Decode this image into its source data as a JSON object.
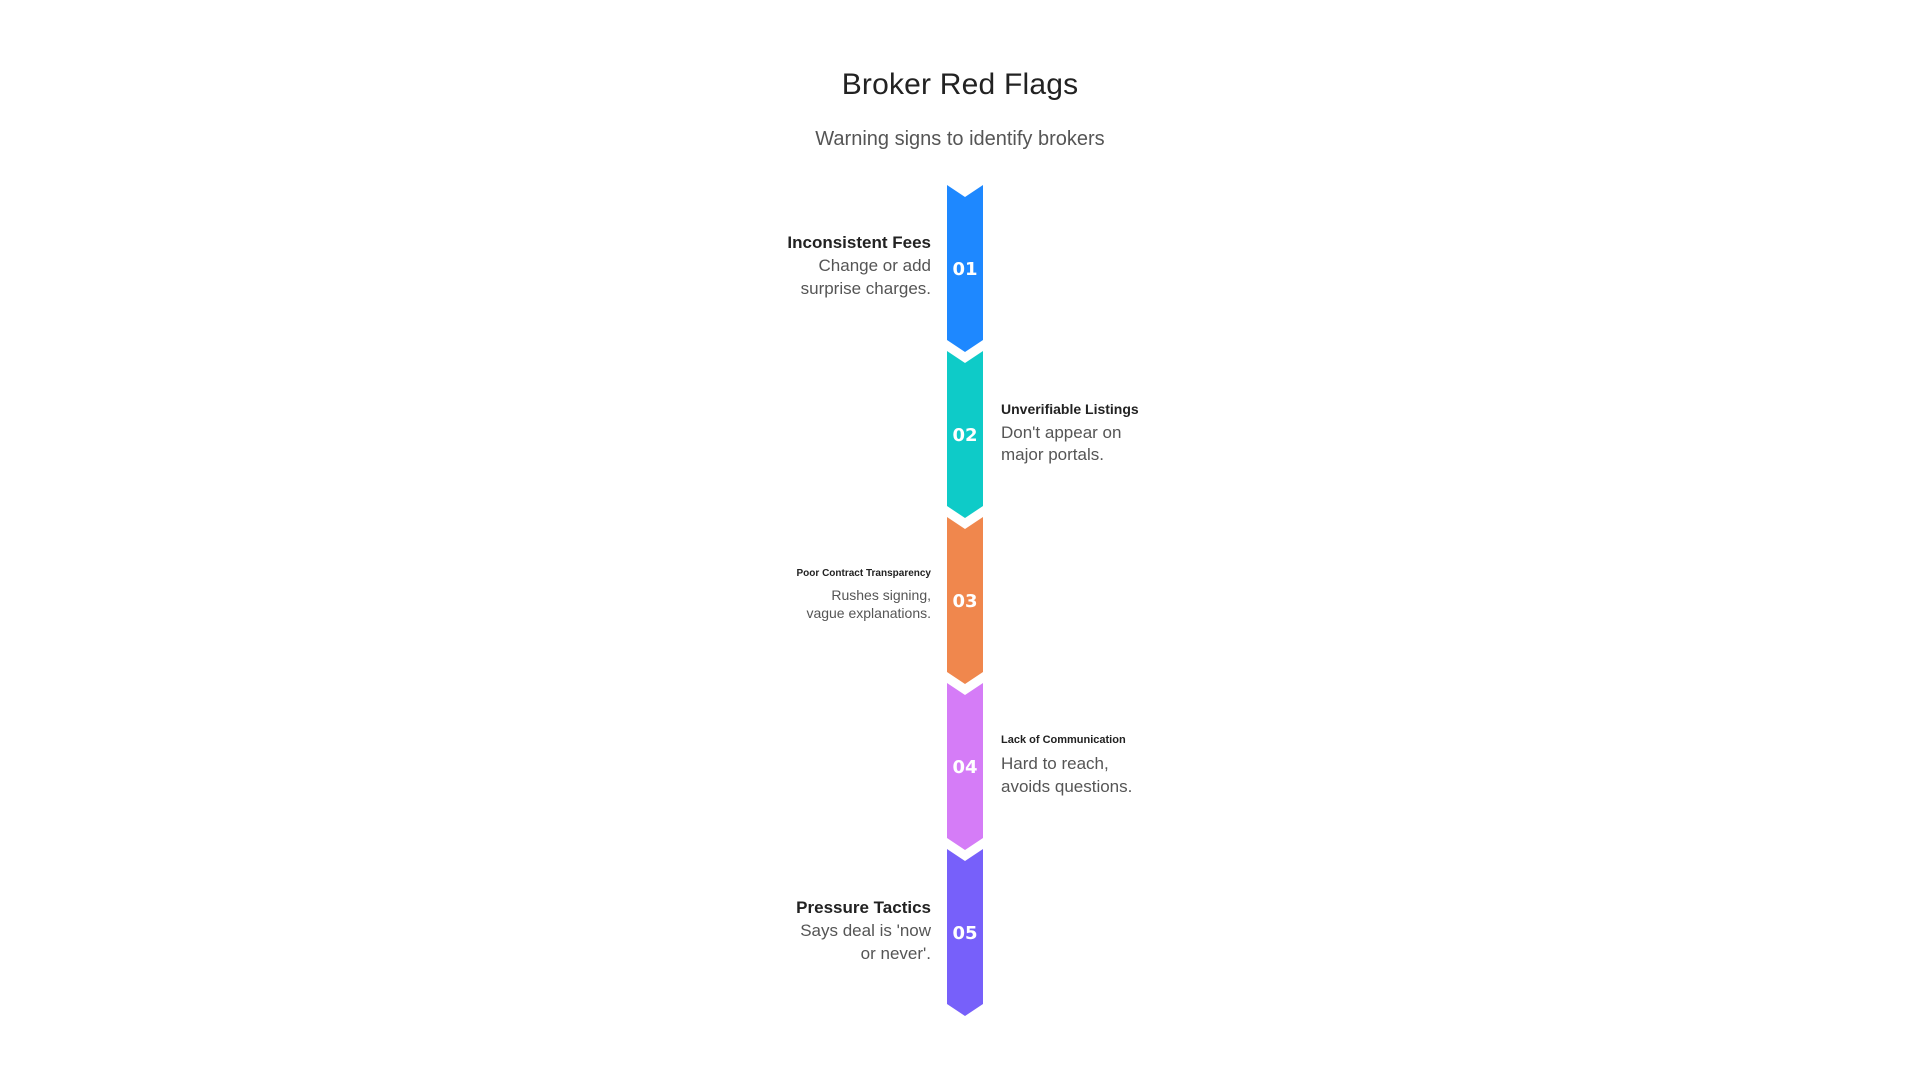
{
  "header": {
    "title": "Broker Red Flags",
    "subtitle": "Warning signs to identify brokers"
  },
  "steps": [
    {
      "number": "01",
      "title": "Inconsistent Fees",
      "desc_lines": [
        "Change or add",
        "surprise charges."
      ],
      "color": "#1E88FF"
    },
    {
      "number": "02",
      "title": "Unverifiable Listings",
      "desc_lines": [
        "Don't appear on",
        "major portals."
      ],
      "color": "#0ECBC8"
    },
    {
      "number": "03",
      "title": "Poor Contract Transparency",
      "desc_lines": [
        "Rushes signing,",
        "vague explanations."
      ],
      "color": "#F0874D"
    },
    {
      "number": "04",
      "title": "Lack of Communication",
      "desc_lines": [
        "Hard to reach,",
        "avoids questions."
      ],
      "color": "#D57CF7"
    },
    {
      "number": "05",
      "title": "Pressure Tactics",
      "desc_lines": [
        "Says deal is 'now",
        "or never'."
      ],
      "color": "#7760FA"
    }
  ]
}
